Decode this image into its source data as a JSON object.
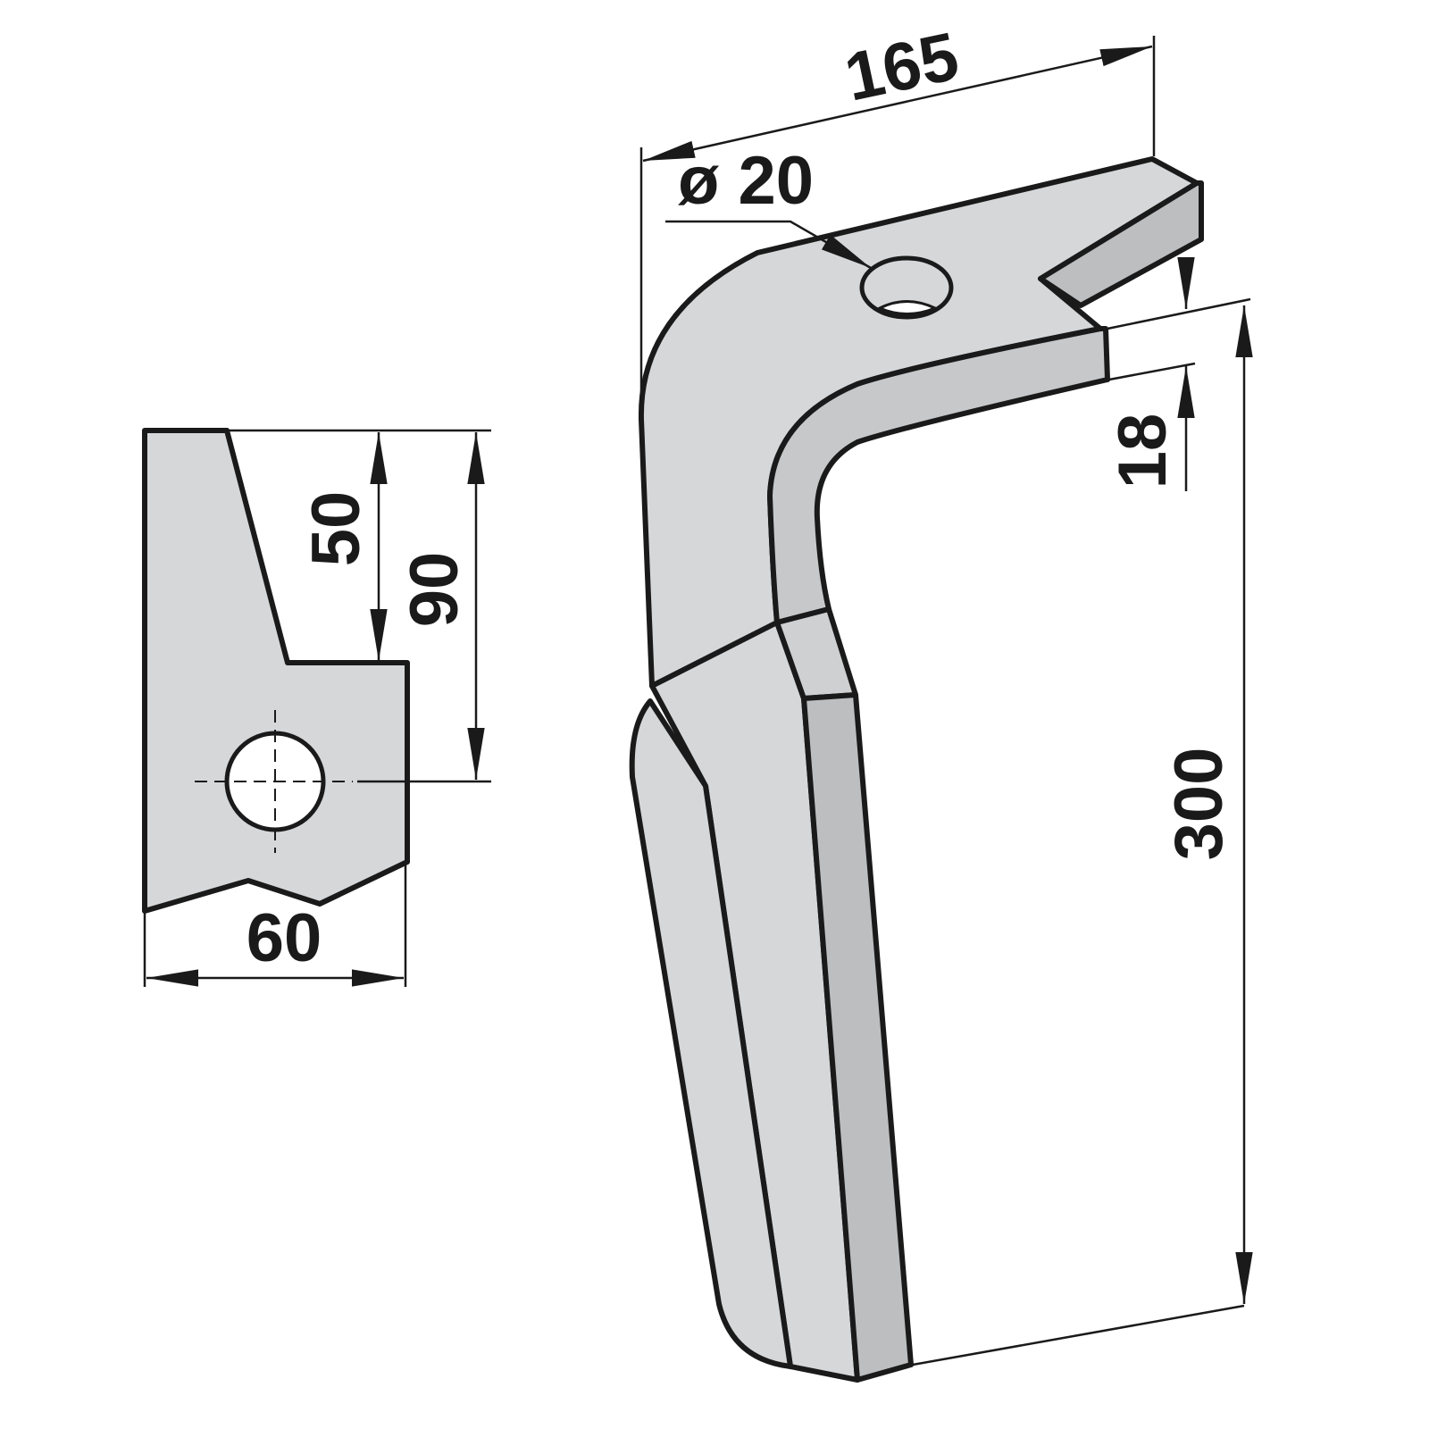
{
  "colors": {
    "face_light": "#d5d7d9",
    "face_dark": "#bcbec0",
    "outline": "#1a1a1a"
  },
  "side_view": {
    "dim_height_upper": "50",
    "dim_height_to_hole": "90",
    "dim_width": "60"
  },
  "front_view": {
    "dim_length": "165",
    "dim_hole_diameter": "ø 20",
    "dim_thickness": "18",
    "dim_height": "300"
  }
}
